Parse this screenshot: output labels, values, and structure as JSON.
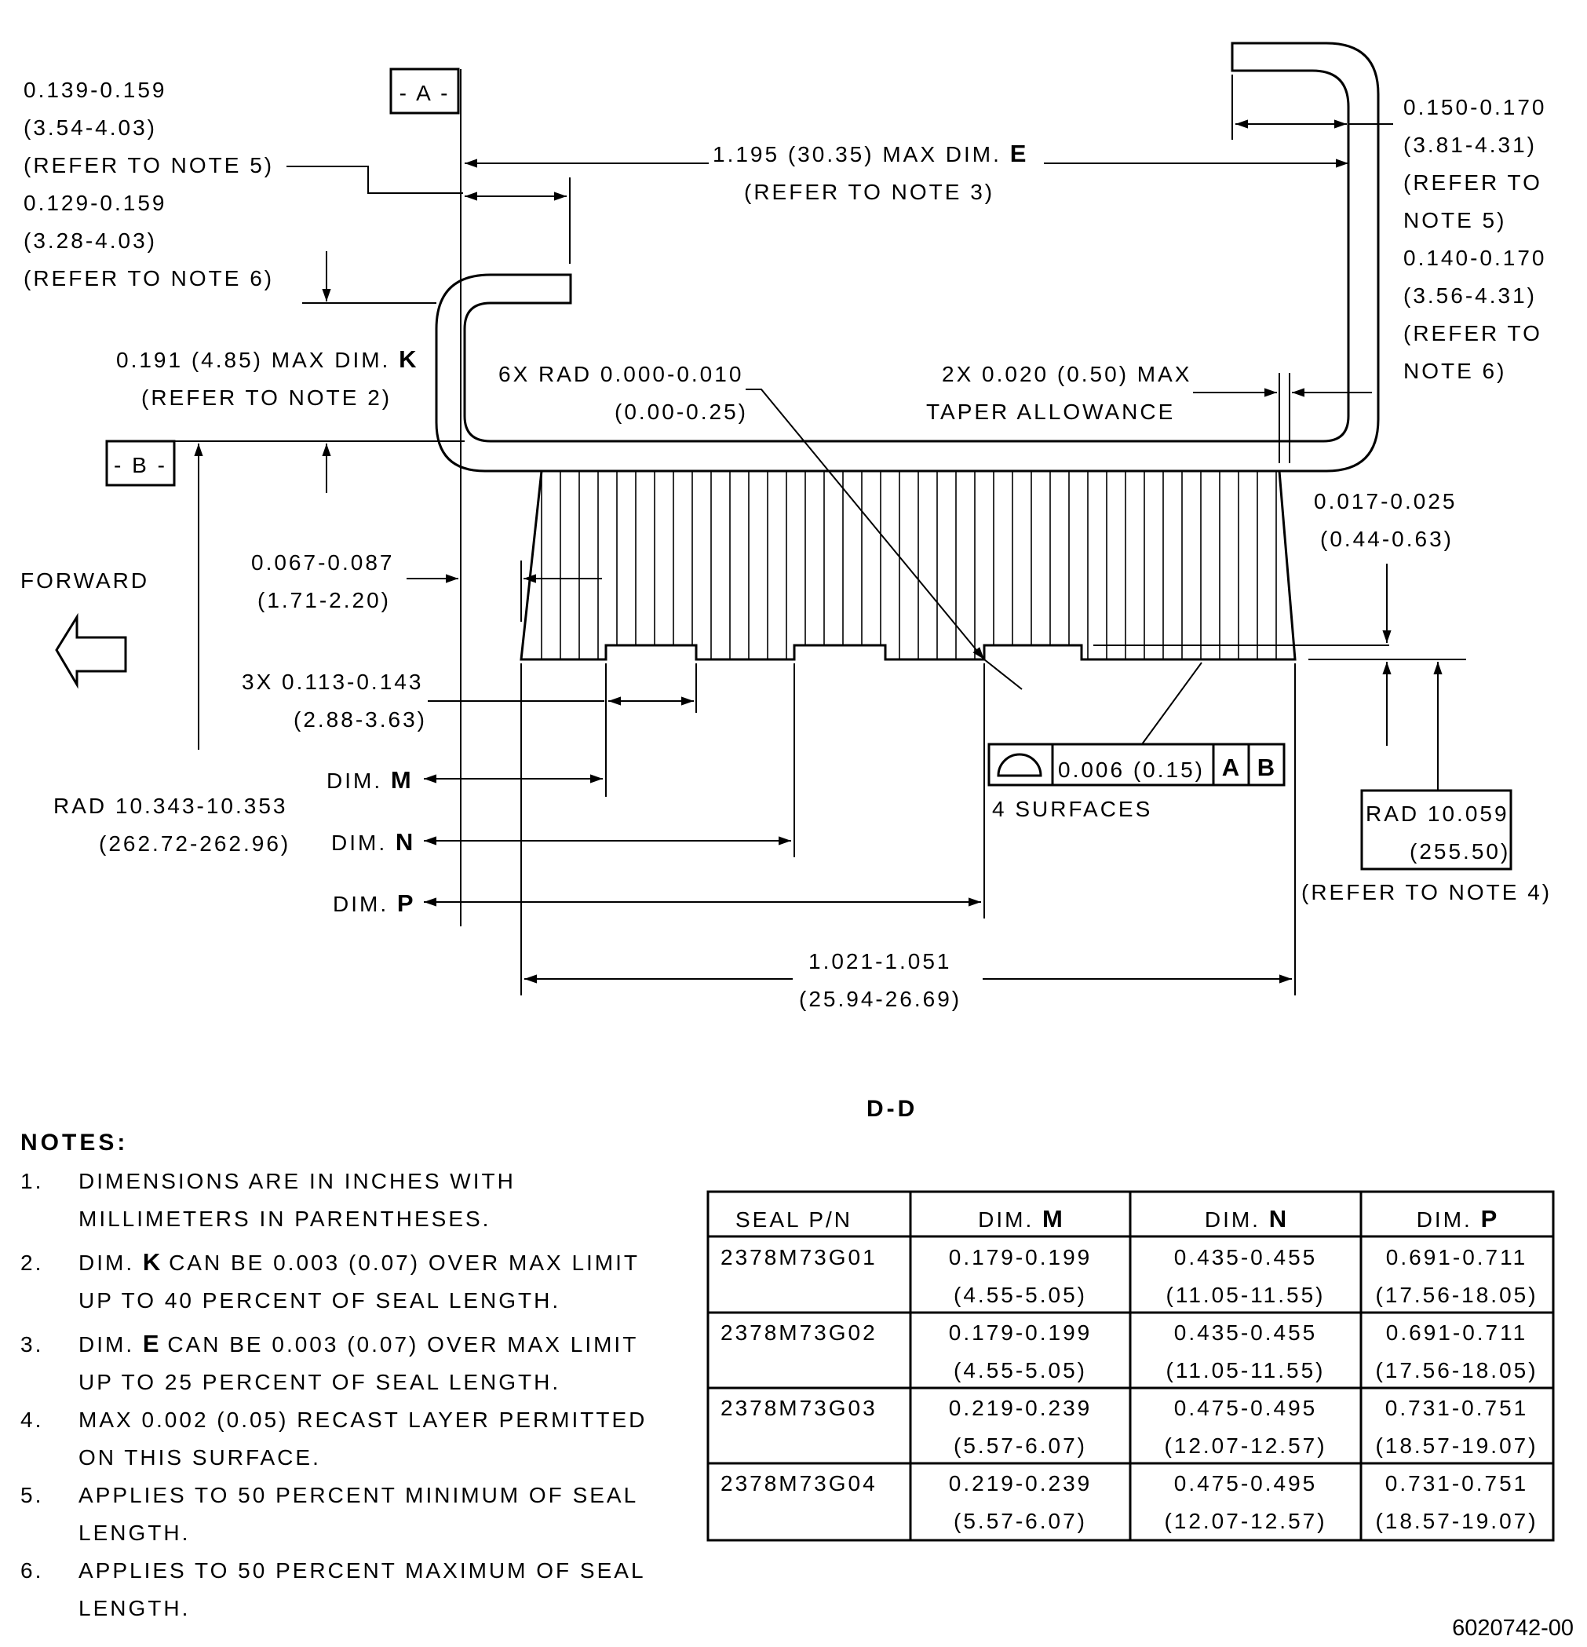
{
  "datums": {
    "a": "- A -",
    "b": "- B -"
  },
  "forward_label": "FORWARD",
  "section_label": "D-D",
  "drawing_number": "6020742-00",
  "dims": {
    "top_left_1": "0.139-0.159",
    "top_left_1_mm": "(3.54-4.03)",
    "top_left_1_note": "(REFER TO NOTE 5)",
    "top_left_2": "0.129-0.159",
    "top_left_2_mm": "(3.28-4.03)",
    "top_left_2_note": "(REFER TO NOTE 6)",
    "e_prefix": "1.195 (30.35) MAX DIM.",
    "e_letter": "E",
    "e_note": "(REFER TO NOTE 3)",
    "k_prefix": "0.191 (4.85) MAX DIM.",
    "k_letter": "K",
    "k_note": "(REFER TO NOTE 2)",
    "right_1": "0.150-0.170",
    "right_1_mm": "(3.81-4.31)",
    "right_1_note_a": "(REFER TO",
    "right_1_note_b": "NOTE 5)",
    "right_2": "0.140-0.170",
    "right_2_mm": "(3.56-4.31)",
    "right_2_note_a": "(REFER TO",
    "right_2_note_b": "NOTE 6)",
    "rad_6x": "6X RAD 0.000-0.010",
    "rad_6x_mm": "(0.00-0.25)",
    "taper_1": "2X 0.020 (0.50) MAX",
    "taper_2": "TAPER ALLOWANCE",
    "gap": "0.067-0.087",
    "gap_mm": "(1.71-2.20)",
    "step": "0.017-0.025",
    "step_mm": "(0.44-0.63)",
    "slot": "3X 0.113-0.143",
    "slot_mm": "(2.88-3.63)",
    "dim_prefix": "DIM.",
    "m_letter": "M",
    "n_letter": "N",
    "p_letter": "P",
    "rad_big": "RAD 10.343-10.353",
    "rad_big_mm": "(262.72-262.96)",
    "profile_tol": "0.006 (0.15)",
    "profile_a": "A",
    "profile_b": "B",
    "surfaces": "4 SURFACES",
    "rad_small": "RAD 10.059",
    "rad_small_mm": "(255.50)",
    "rad_small_note": "(REFER TO NOTE 4)",
    "overall": "1.021-1.051",
    "overall_mm": "(25.94-26.69)"
  },
  "notes": {
    "heading": "NOTES:",
    "n1_num": "1.",
    "n1_a": "DIMENSIONS ARE IN INCHES WITH",
    "n1_b": "MILLIMETERS IN PARENTHESES.",
    "n2_num": "2.",
    "n2_pre": "DIM.",
    "n2_letter": "K",
    "n2_a": "CAN BE 0.003 (0.07) OVER MAX LIMIT",
    "n2_b": "UP TO 40 PERCENT OF SEAL LENGTH.",
    "n3_num": "3.",
    "n3_pre": "DIM.",
    "n3_letter": "E",
    "n3_a": "CAN BE 0.003 (0.07) OVER MAX LIMIT",
    "n3_b": "UP TO 25 PERCENT OF SEAL LENGTH.",
    "n4_num": "4.",
    "n4_a": "MAX 0.002 (0.05) RECAST LAYER PERMITTED",
    "n4_b": "ON THIS SURFACE.",
    "n5_num": "5.",
    "n5_a": "APPLIES TO 50 PERCENT MINIMUM OF SEAL",
    "n5_b": "LENGTH.",
    "n6_num": "6.",
    "n6_a": "APPLIES TO 50 PERCENT MAXIMUM OF SEAL",
    "n6_b": "LENGTH."
  },
  "table": {
    "col_seal": "SEAL P/N",
    "dim_prefix": "DIM.",
    "col_m": "M",
    "col_n": "N",
    "col_p": "P",
    "rows": [
      {
        "pn": "2378M73G01",
        "m": "0.179-0.199",
        "m_mm": "(4.55-5.05)",
        "n": "0.435-0.455",
        "n_mm": "(11.05-11.55)",
        "p": "0.691-0.711",
        "p_mm": "(17.56-18.05)"
      },
      {
        "pn": "2378M73G02",
        "m": "0.179-0.199",
        "m_mm": "(4.55-5.05)",
        "n": "0.435-0.455",
        "n_mm": "(11.05-11.55)",
        "p": "0.691-0.711",
        "p_mm": "(17.56-18.05)"
      },
      {
        "pn": "2378M73G03",
        "m": "0.219-0.239",
        "m_mm": "(5.57-6.07)",
        "n": "0.475-0.495",
        "n_mm": "(12.07-12.57)",
        "p": "0.731-0.751",
        "p_mm": "(18.57-19.07)"
      },
      {
        "pn": "2378M73G04",
        "m": "0.219-0.239",
        "m_mm": "(5.57-6.07)",
        "n": "0.475-0.495",
        "n_mm": "(12.07-12.57)",
        "p": "0.731-0.751",
        "p_mm": "(18.57-19.07)"
      }
    ]
  }
}
